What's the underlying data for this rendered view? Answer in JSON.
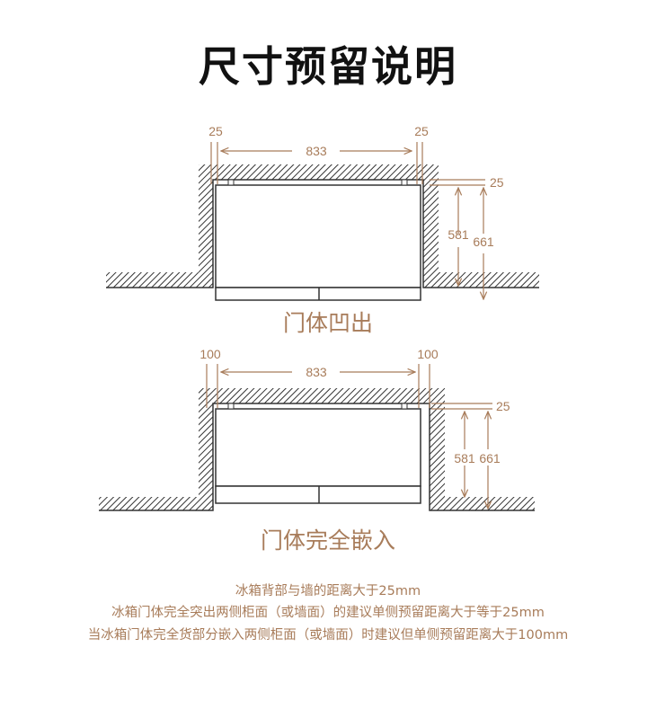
{
  "title": "尺寸预留说明",
  "diagram1": {
    "caption": "门体凹出",
    "width": "833",
    "left_gap": "25",
    "right_gap": "25",
    "back_gap": "25",
    "depth_body": "581",
    "depth_total": "661"
  },
  "diagram2": {
    "caption": "门体完全嵌入",
    "width": "833",
    "left_gap": "100",
    "right_gap": "100",
    "back_gap": "25",
    "depth_body": "581",
    "depth_total": "661"
  },
  "notes": [
    "冰箱背部与墙的距离大于25mm",
    "冰箱门体完全突出两侧柜面（或墙面）的建议单侧预留距离大于等于25mm",
    "当冰箱门体完全货部分嵌入两侧柜面（或墙面）时建议但单侧预留距离大于100mm"
  ],
  "colors": {
    "accent": "#a87c5a",
    "line": "#333333"
  }
}
